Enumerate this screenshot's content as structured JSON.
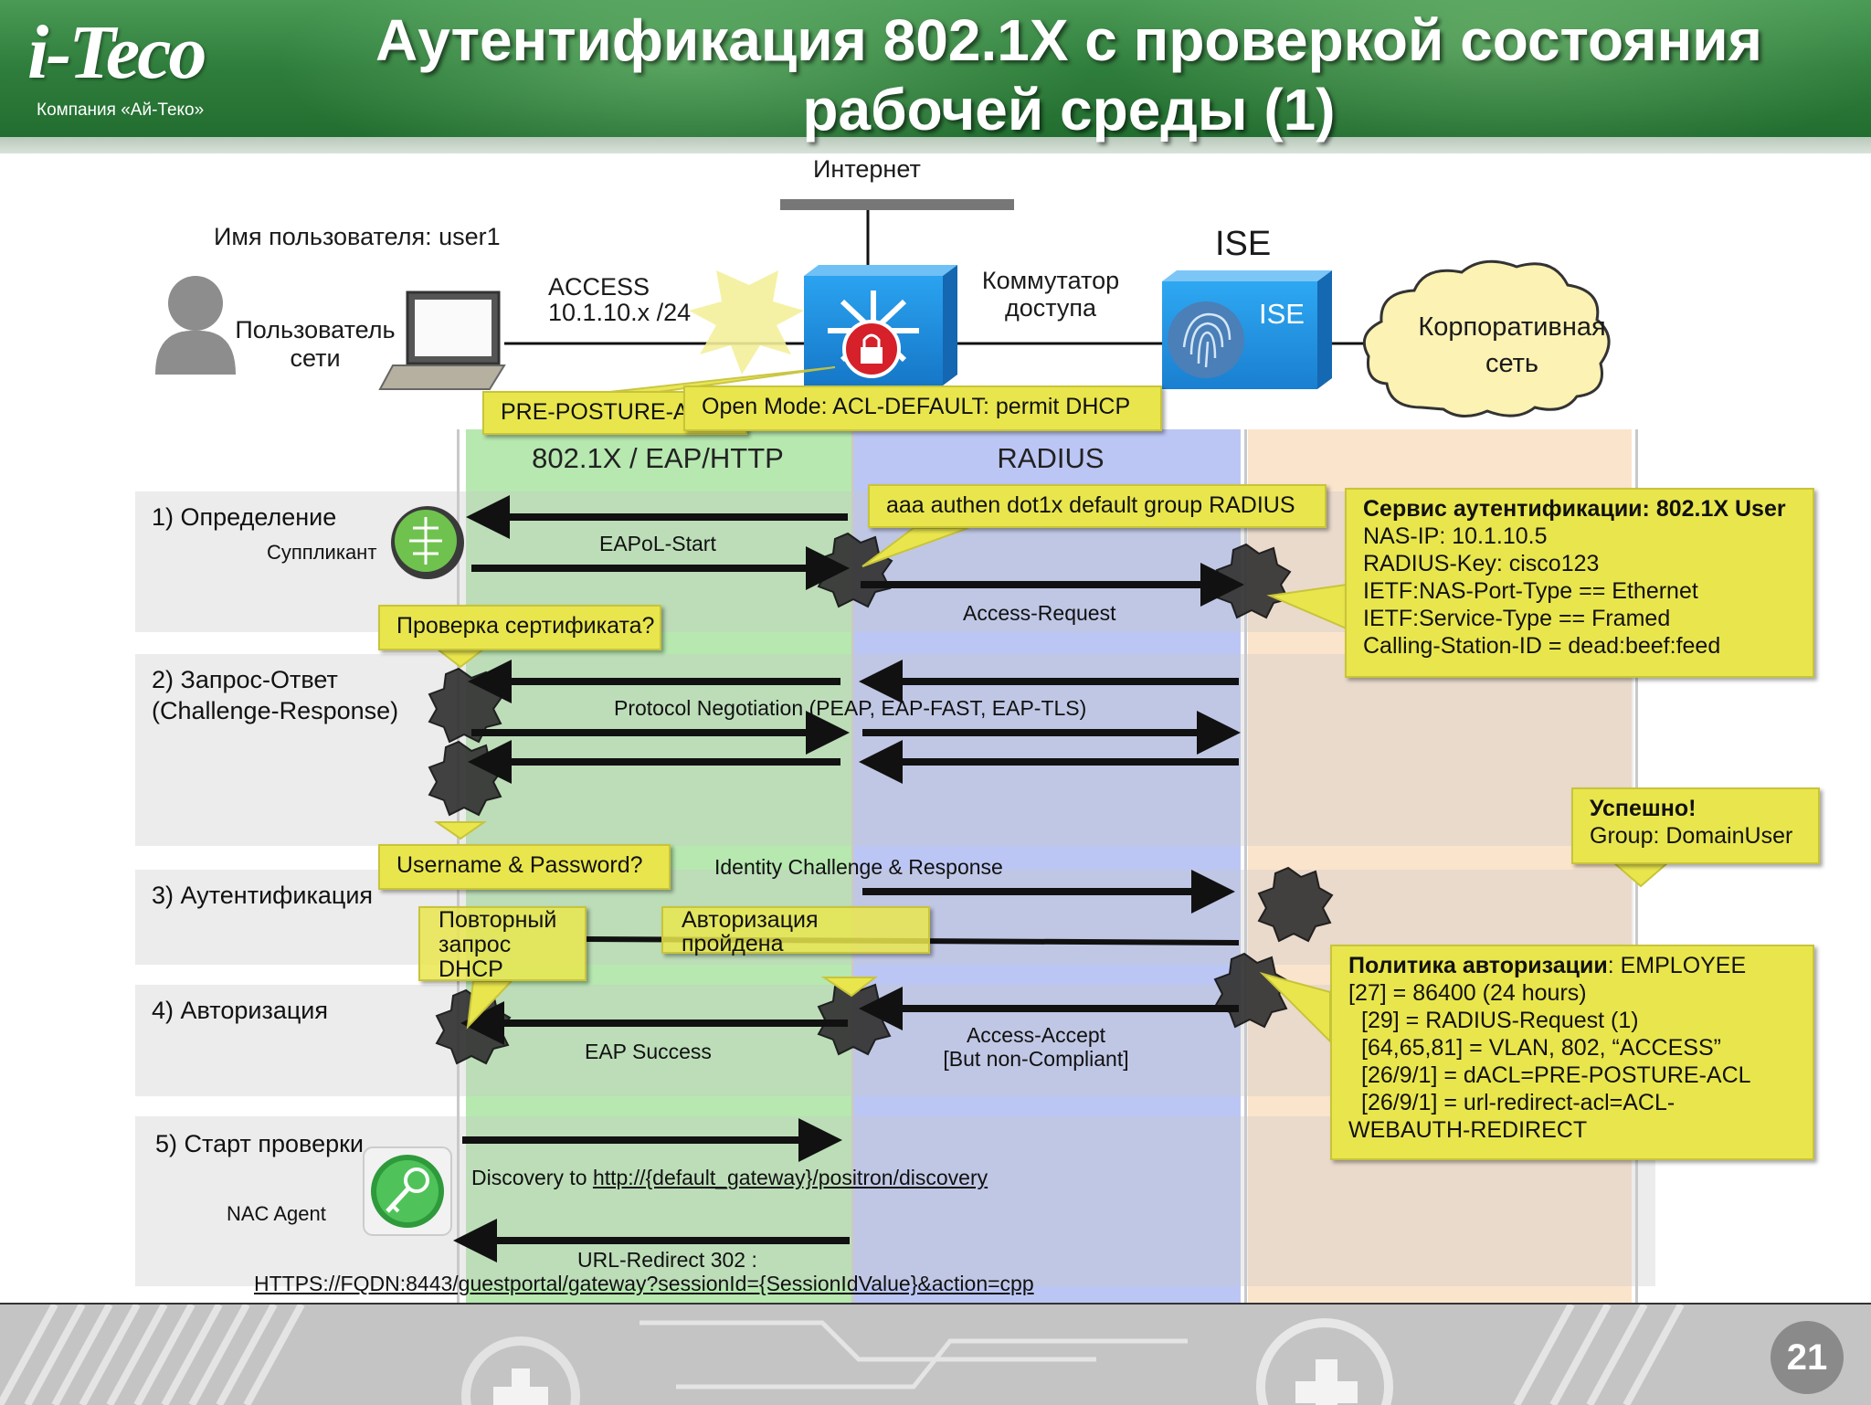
{
  "header": {
    "logo_mark": "i-Teco",
    "logo_sub": "Компания «Ай-Теко»",
    "title_line1": "Аутентификация 802.1X с проверкой состояния",
    "title_line2": "рабочей среды (1)"
  },
  "topology": {
    "internet_label": "Интернет",
    "username_label": "Имя пользователя: user1",
    "user_label_1": "Пользователь",
    "user_label_2": "сети",
    "access_label_1": "ACCESS",
    "access_label_2": "10.1.10.x /24",
    "switch_label_1": "Коммутатор",
    "switch_label_2": "доступа",
    "ise_title": "ISE",
    "ise_box_label": "ISE",
    "cloud_label_1": "Корпоративная",
    "cloud_label_2": "сеть"
  },
  "callouts": {
    "pre_posture": "PRE-POSTURE-ACL",
    "open_mode": "Open Mode: ACL-DEFAULT: permit DHCP",
    "aaa": "aaa authen dot1x default group RADIUS",
    "cert_check": "Проверка сертификата?",
    "user_pass": "Username & Password?",
    "dhcp_1": "Повторный",
    "dhcp_2": "запрос",
    "dhcp_3": "DHCP",
    "authz_1": "Авторизация",
    "authz_2": "пройдена",
    "auth_service": {
      "title": "Сервис аутентификации: 802.1X User",
      "lines": [
        "NAS-IP: 10.1.10.5",
        "RADIUS-Key: cisco123",
        "IETF:NAS-Port-Type == Ethernet",
        "IETF:Service-Type == Framed",
        "Calling-Station-ID = dead:beef:feed"
      ]
    },
    "success": {
      "title": "Успешно!",
      "line": "Group: DomainUser"
    },
    "authz_policy": {
      "title_bold": "Политика авторизации",
      "title_rest": ": EMPLOYEE",
      "lines": [
        "[27] = 86400 (24 hours)",
        "[29] = RADIUS-Request (1)",
        "[64,65,81] = VLAN, 802, “ACCESS”",
        "[26/9/1] = dACL=PRE-POSTURE-ACL",
        "[26/9/1] = url-redirect-acl=ACL-",
        "WEBAUTH-REDIRECT"
      ]
    }
  },
  "lanes": {
    "green": "802.1X / EAP/HTTP",
    "blue": "RADIUS"
  },
  "steps": {
    "s1": "1) Определение",
    "s1_sub": "Суппликант",
    "s2_1": "2) Запрос-Ответ",
    "s2_2": "(Challenge-Response)",
    "s3": "3) Аутентификация",
    "s4": "4) Авторизация",
    "s5": "5) Старт проверки",
    "s5_sub": "NAC Agent"
  },
  "messages": {
    "eapol_start": "EAPoL-Start",
    "access_request": "Access-Request",
    "protocol_negotiation": "Protocol Negotiation (PEAP, EAP-FAST, EAP-TLS)",
    "identity": "Identity Challenge & Response",
    "eap_success": "EAP Success",
    "access_accept_1": "Access-Accept",
    "access_accept_2": "[But non-Compliant]",
    "discovery_prefix": "Discovery to ",
    "discovery_link": "http://{default_gateway}/positron/discovery",
    "url_redirect": "URL-Redirect 302 :",
    "redirect_link": "HTTPS://FQDN:8443/guestportal/gateway?sessionId={SessionIdValue}&action=cpp"
  },
  "footer": {
    "page_number": "21"
  },
  "colors": {
    "header_green": "#2f7d3c",
    "lane_green": "#b6e8b0",
    "lane_blue": "#bcc6f4",
    "lane_orange": "#fbe4cc",
    "note_yellow": "#e9e64d",
    "switch_blue": "#1f8ee0"
  }
}
